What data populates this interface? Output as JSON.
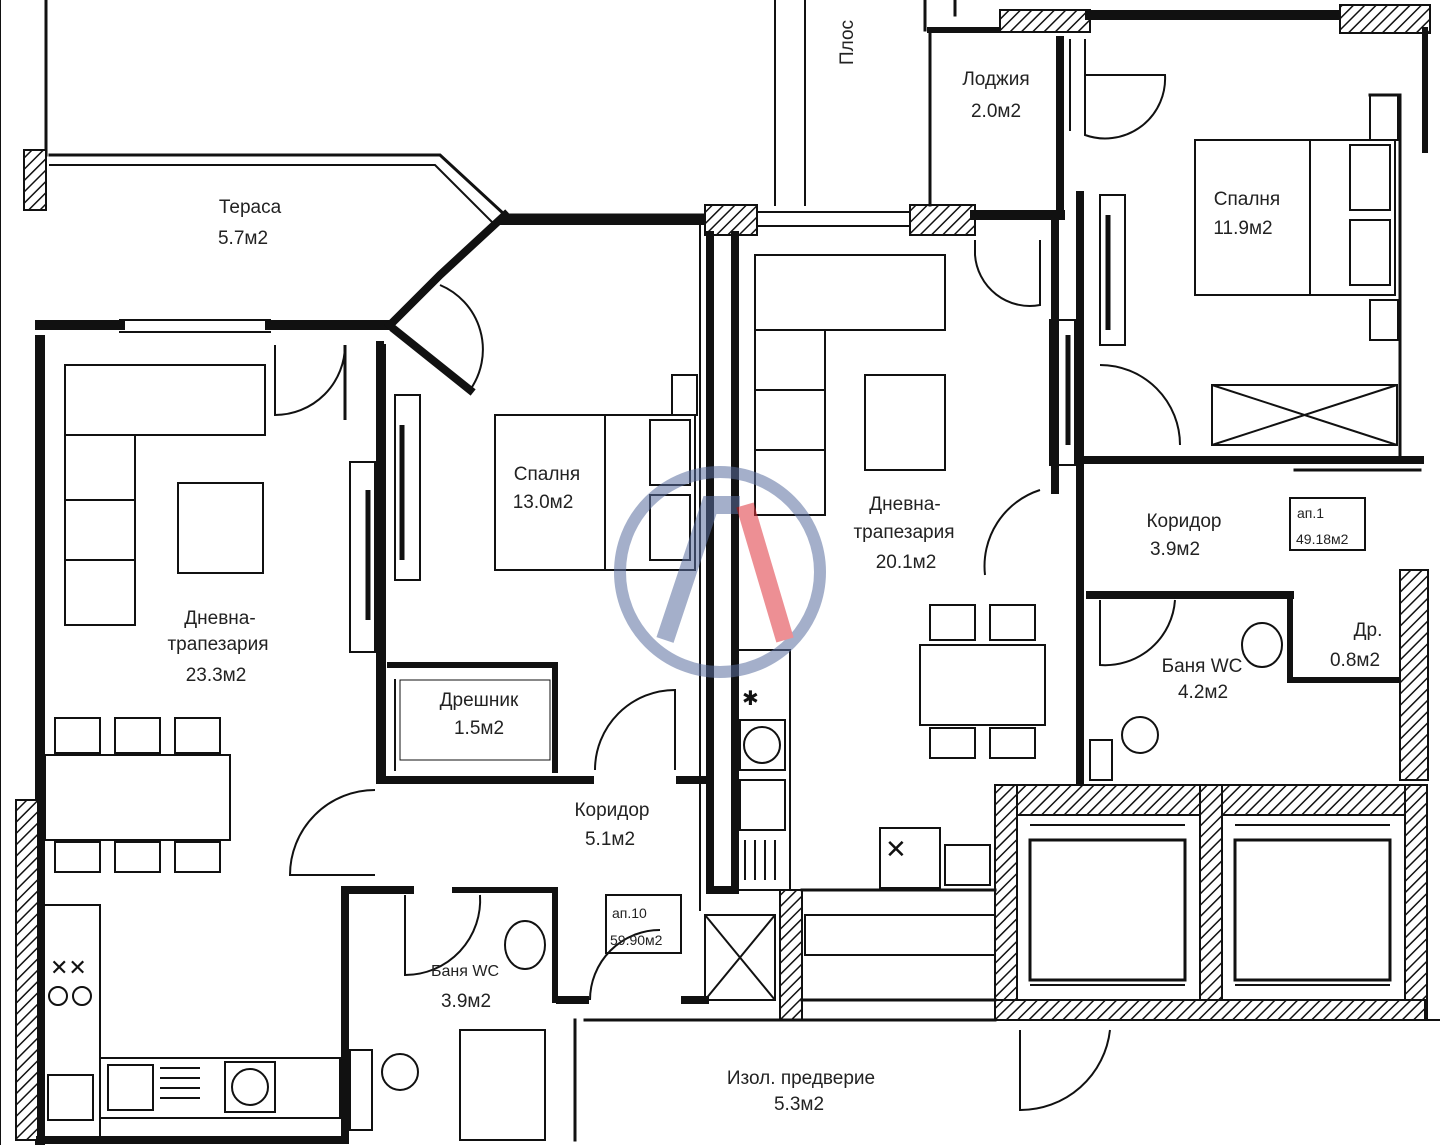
{
  "plan": {
    "rooms": [
      {
        "id": "terrace",
        "name": "Тераса",
        "area": "5.7м2"
      },
      {
        "id": "loggia",
        "name": "Лоджия",
        "area": "2.0м2"
      },
      {
        "id": "bedroom-east",
        "name": "Спалня",
        "area": "11.9м2"
      },
      {
        "id": "bedroom-middle",
        "name": "Спалня",
        "area": "13.0м2"
      },
      {
        "id": "living-west",
        "name1": "Дневна-",
        "name2": "трапезария",
        "area": "23.3м2"
      },
      {
        "id": "living-middle",
        "name1": "Дневна-",
        "name2": "трапезария",
        "area": "20.1м2"
      },
      {
        "id": "corridor-east",
        "name": "Коридор",
        "area": "3.9м2"
      },
      {
        "id": "storage-east",
        "name": "Др.",
        "area": "0.8м2"
      },
      {
        "id": "bath-east",
        "name": "Баня WC",
        "area": "4.2м2"
      },
      {
        "id": "wardrobe",
        "name": "Дрешник",
        "area": "1.5м2"
      },
      {
        "id": "corridor-middle",
        "name": "Коридор",
        "area": "5.1м2"
      },
      {
        "id": "bath-west",
        "name": "Баня WC",
        "area": "3.9м2"
      },
      {
        "id": "vestibule",
        "name": "Изол. предверие",
        "area": "5.3м2"
      }
    ],
    "apartment_tags": [
      {
        "id": "ap1",
        "line1": "ап.1",
        "line2": "49.18м2"
      },
      {
        "id": "ap10",
        "line1": "ап.10",
        "line2": "59.90м2"
      }
    ],
    "cut_text": "Плос"
  }
}
